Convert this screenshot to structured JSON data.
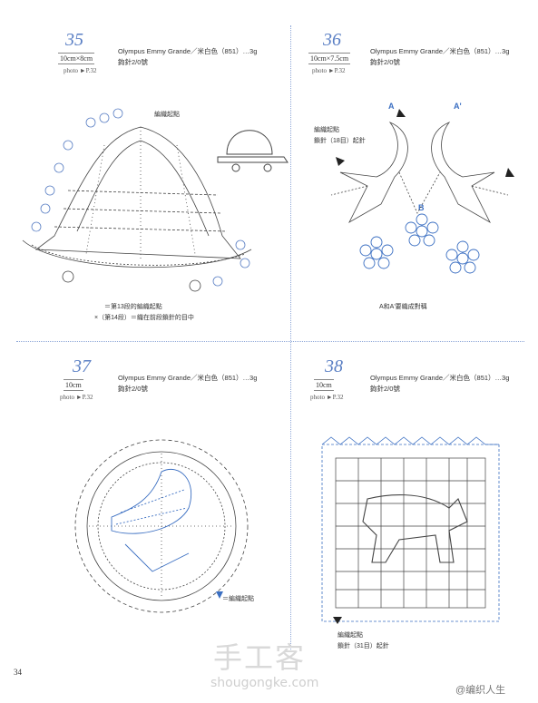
{
  "watermark": {
    "site_cn": "手工客",
    "site_en": "shougongke.com",
    "weibo": "@编织人生"
  },
  "page_number": "34",
  "patterns": [
    {
      "id": "p35",
      "number": "35",
      "size": "10cm×8cm",
      "photo": "photo ►P.32",
      "yarn": "Olympus Emmy Grande／米白色（851）…3g",
      "hook": "鉤針2/0號",
      "labels": {
        "start": "編織起點",
        "note1": "＝第13段的編織起點",
        "note2": "×（第14段）＝織在前段鎖針的目中"
      }
    },
    {
      "id": "p36",
      "number": "36",
      "size": "10cm×7.5cm",
      "photo": "photo ►P.32",
      "yarn": "Olympus Emmy Grande／米白色（851）…3g",
      "hook": "鉤針2/0號",
      "labels": {
        "start": "編織起點",
        "chain": "鎖針（18目）起針",
        "a": "A",
        "a2": "A'",
        "b": "B",
        "note": "A和A'要織成對稱"
      }
    },
    {
      "id": "p37",
      "number": "37",
      "size": "10cm",
      "photo": "photo ►P.32",
      "yarn": "Olympus Emmy Grande／米白色（851）…3g",
      "hook": "鉤針2/0號",
      "labels": {
        "start": "＝編織起點"
      }
    },
    {
      "id": "p38",
      "number": "38",
      "size": "10cm",
      "photo": "photo ►P.32",
      "yarn": "Olympus Emmy Grande／米白色（851）…3g",
      "hook": "鉤針2/0號",
      "labels": {
        "start": "編織起點",
        "chain": "鎖針（31目）起針"
      }
    }
  ],
  "colors": {
    "accent": "#5a7fc4",
    "chart_blue": "#3b6fc2",
    "ink": "#333333",
    "divider": "#8fa8d8"
  }
}
